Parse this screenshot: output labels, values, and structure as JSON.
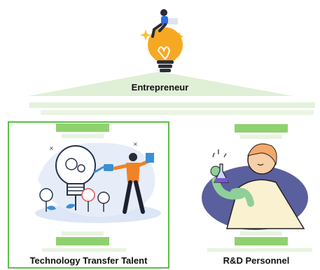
{
  "top": {
    "label": "Entrepreneur",
    "icon": "lightbulb-with-person-icon"
  },
  "left_pillar": {
    "label": "Technology Transfer Talent",
    "icon": "innovation-growth-illustration",
    "selected": true
  },
  "right_pillar": {
    "label": "R&D Personnel",
    "icon": "scientist-illustration"
  },
  "colors": {
    "roof": "#dff0d6",
    "pillar_cap": "#8fd16f",
    "selection_border": "#5bbf44"
  }
}
